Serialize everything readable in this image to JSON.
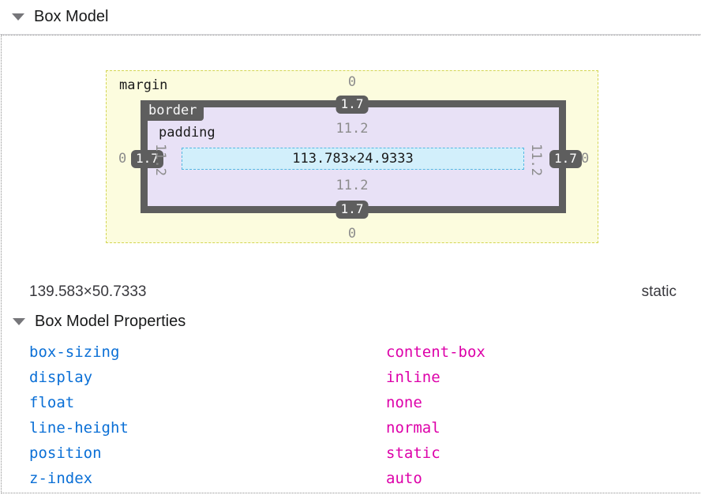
{
  "header": {
    "title": "Box Model"
  },
  "box_model": {
    "layers": {
      "margin_label": "margin",
      "border_label": "border",
      "padding_label": "padding"
    },
    "values": {
      "margin_top": "0",
      "margin_bottom": "0",
      "margin_left": "0",
      "margin_right": "0",
      "border_top": "1.7",
      "border_bottom": "1.7",
      "border_left": "1.7",
      "border_right": "1.7",
      "padding_top": "11.2",
      "padding_bottom": "11.2",
      "padding_left": "11.2",
      "padding_right": "11.2",
      "content_size": "113.783×24.9333"
    },
    "element_size": "139.583×50.7333",
    "element_position": "static"
  },
  "properties_section": {
    "title": "Box Model Properties",
    "rows": [
      {
        "name": "box-sizing",
        "value": "content-box"
      },
      {
        "name": "display",
        "value": "inline"
      },
      {
        "name": "float",
        "value": "none"
      },
      {
        "name": "line-height",
        "value": "normal"
      },
      {
        "name": "position",
        "value": "static"
      },
      {
        "name": "z-index",
        "value": "auto"
      }
    ]
  },
  "colors": {
    "margin_fill": "#fcfcde",
    "margin_edge": "#d3d553",
    "border_fill": "#5e5e5e",
    "padding_fill": "#e8e1f6",
    "content_fill": "#d2effb",
    "content_edge": "#54b8e2",
    "property_name": "#0a6fd6",
    "property_value": "#dd00a9",
    "dim_text": "#8c8c8c"
  }
}
